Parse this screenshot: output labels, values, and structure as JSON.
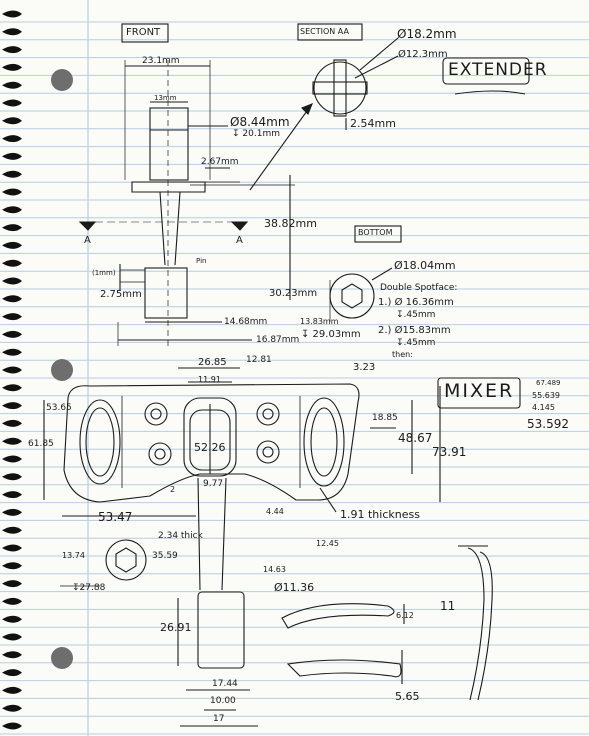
{
  "extender": {
    "front_label": "FRONT",
    "section_label": "SECTION AA",
    "title": "EXTENDER",
    "bottom_label": "BOTTOM",
    "dims": {
      "width_23": "23.1mm",
      "width_13": "13mm",
      "dia_844": "Ø8.44mm",
      "depth_20": "↧ 20.1mm",
      "gap_267": "2.67mm",
      "len_3882": "38.82mm",
      "len_3023": "30.23mm",
      "dia_1862": "Ø18.2mm",
      "dia_123": "Ø12.3mm",
      "slot_254": "2.54mm",
      "dia_1804": "Ø18.04mm",
      "double_spotface": "Double Spotface:",
      "spot1_dia": "1.) Ø 16.36mm",
      "spot1_depth": "↧.45mm",
      "spot2_dia": "2.) Ø15.83mm",
      "spot2_depth": "↧.45mm",
      "then": "then:",
      "d_1468": "14.68mm",
      "d_1687": "16.87mm",
      "d_1383": "13.83mm",
      "d_2903": "↧ 29.03mm",
      "d_275": "2.75mm",
      "note_pin": "Pin",
      "note_1mm": "(1mm)",
      "mark_a_left": "A",
      "mark_a_right": "A"
    }
  },
  "mixer": {
    "title": "MIXER",
    "calc": {
      "line1": "67.489",
      "line2": "55.639",
      "line3": "4.145",
      "total": "53.592"
    },
    "dims": {
      "d_2685": "26.85",
      "d_1281": "12.81",
      "d_1191": "11.91",
      "d_323": "3.23",
      "d_5365": "53.65",
      "d_6185": "61.85",
      "d_5226": "52.26",
      "d_977": "9.77",
      "d_1885": "18.85",
      "d_4867": "48.67",
      "d_7391": "73.91",
      "d_5347": "53.47",
      "d_2": "2",
      "d_444": "4.44",
      "d_191": "1.91 thickness",
      "d_234": "2.34 thick",
      "d_3559": "35.59",
      "d_1374": "13.74",
      "d_2788": "↧27.88",
      "d_1463": "14.63",
      "d_1136": "Ø11.36",
      "d_1245": "12.45",
      "d_2691": "26.91",
      "d_1744": "17.44",
      "d_1000": "10.00",
      "d_17": "17",
      "d_612": "6.12",
      "d_565": "5.65",
      "mark_11": "11"
    }
  },
  "colors": {
    "paper": "#fbfbf8",
    "rule_line": "#b8cde0",
    "margin_line": "#b8cde0",
    "ink": "#1b1b1b",
    "spiral": "#111111",
    "punch_hole": "#6e6e6e"
  }
}
